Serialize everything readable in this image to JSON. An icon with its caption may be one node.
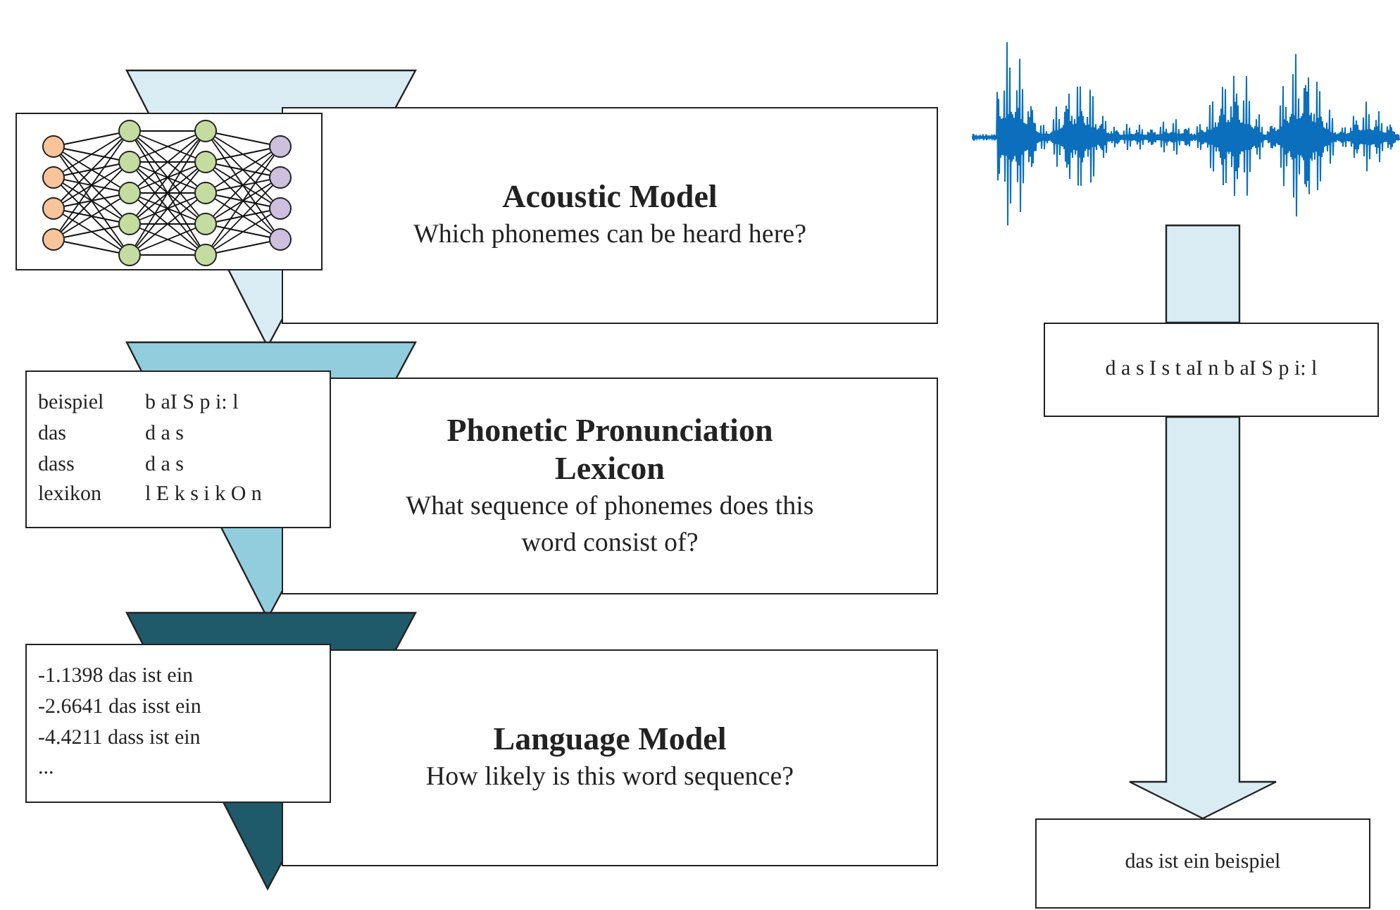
{
  "diagram": {
    "nodes": [
      {
        "text": [
          "Acoustic Model",
          "Which phonemes can be heard here?"
        ]
      },
      {
        "text": [],
        "shape": "picture"
      },
      {
        "text": [
          "Phonetic Pronunciation Lexicon",
          "What sequence of phonemes does this word consist of?"
        ]
      },
      {
        "text": [
          "beispiel",
          "b aI S p i: l",
          "das",
          "d a s",
          "dass",
          "d a s",
          "lexikon",
          "l E k s i k O n"
        ]
      },
      {
        "text": [
          "Language Model",
          "How likely is this word sequence?"
        ]
      },
      {
        "text": [
          "-1.1398 das ist ein",
          "-2.6641 das isst ein",
          "-4.4211 dass ist ein",
          "..."
        ]
      },
      {
        "text": [],
        "shape": "picture"
      },
      {
        "text": [
          "d a s I s t aI n b aI S p i: l"
        ]
      },
      {
        "text": [
          "das ist ein beispiel"
        ]
      }
    ],
    "edges": [
      {
        "from": 6,
        "to": 7,
        "arrow": "none",
        "style": "thick"
      },
      {
        "from": 7,
        "to": 8,
        "arrow": "to",
        "style": "thick"
      }
    ]
  }
}
